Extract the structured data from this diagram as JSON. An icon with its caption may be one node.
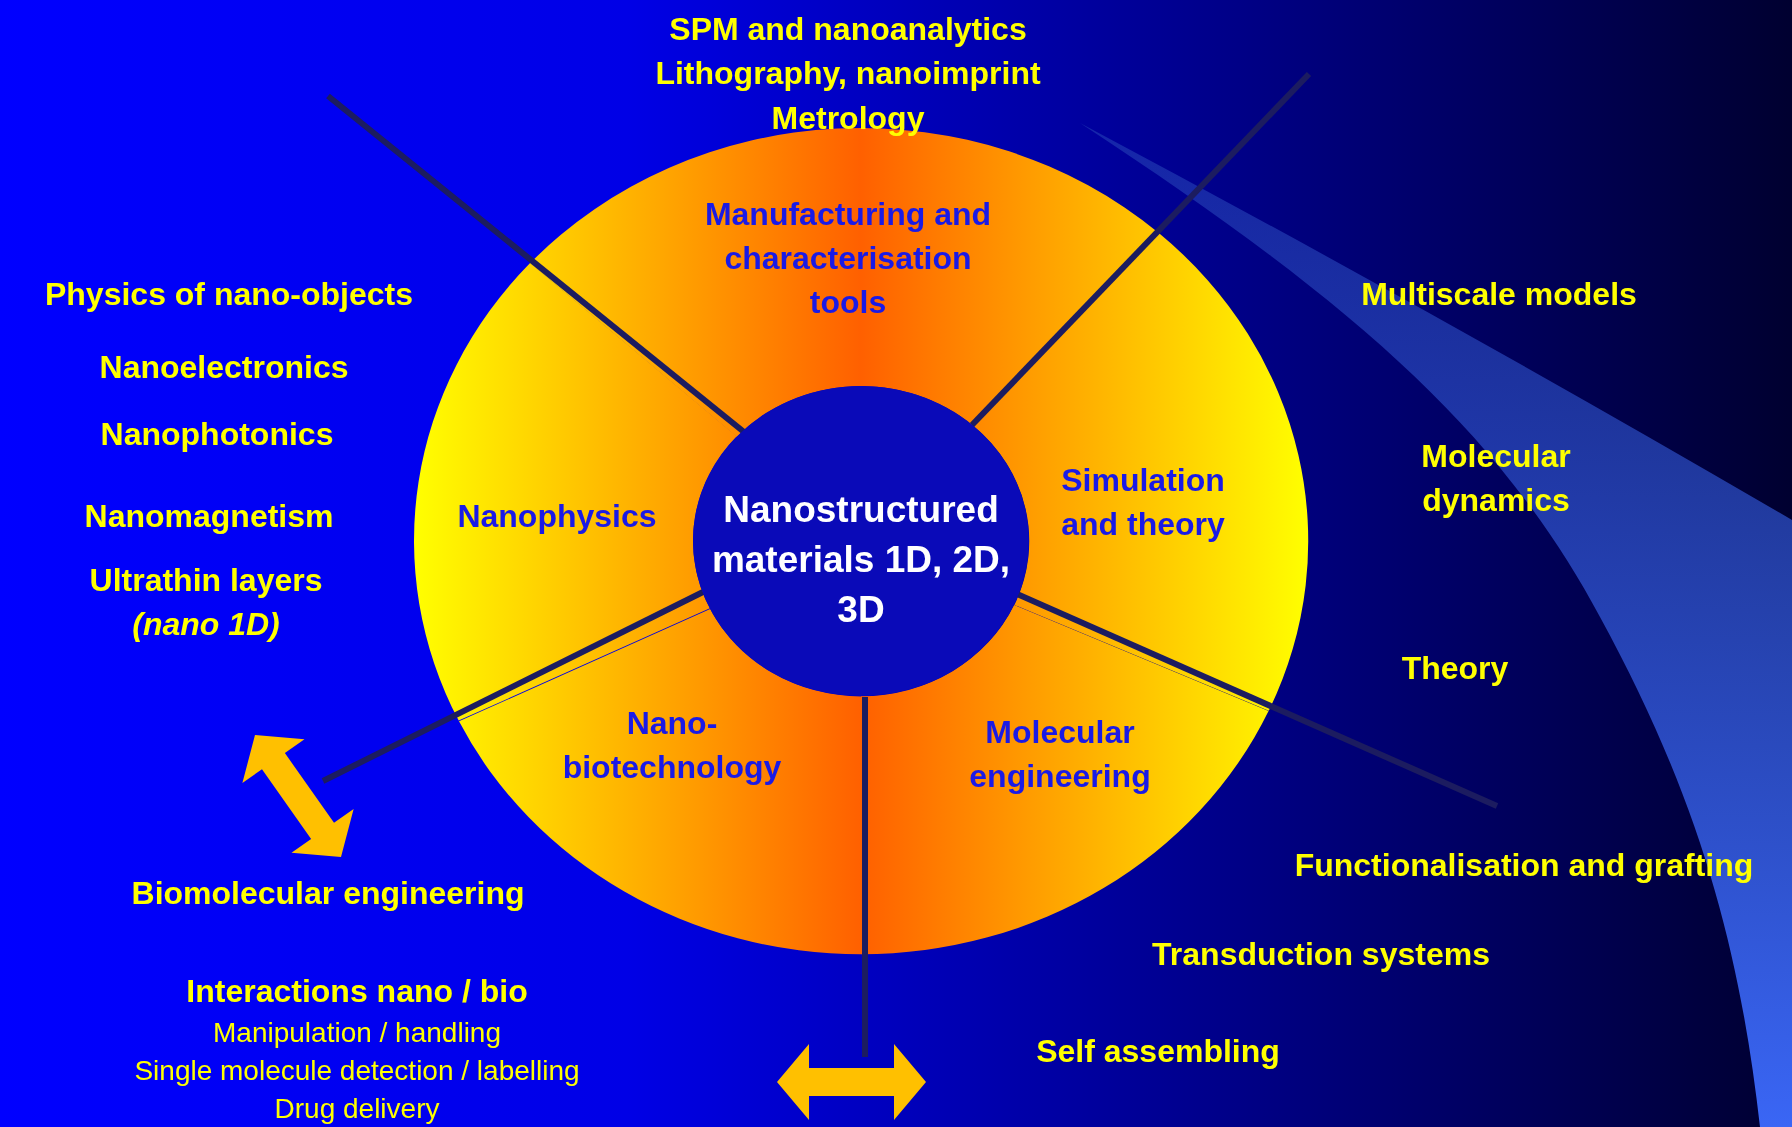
{
  "diagram": {
    "nodes": [
      {
        "text": [
          "Nanostructured materials 1D, 2D, 3D"
        ]
      },
      {
        "text": [
          "Manufacturing and characterisation tools"
        ]
      },
      {
        "text": [
          "Simulation and theory"
        ]
      },
      {
        "text": [
          "Molecular engineering"
        ]
      },
      {
        "text": [
          "Nano-biotechnology"
        ]
      },
      {
        "text": [
          "Nanophysics"
        ]
      }
    ],
    "edges": [],
    "labels": [
      "SPM and nanoanalytics",
      "Lithography, nanoimprint",
      "Metrology",
      "Physics of nano-objects",
      "Nanoelectronics",
      "Nanophotonics",
      "Nanomagnetism",
      "Ultrathin layers *(nano 1D)*",
      "Multiscale models",
      "Molecular dynamics",
      "Theory",
      "Functionalisation and grafting",
      "Transduction systems",
      "Self assembling",
      "Biomolecular engineering",
      "Interactions nano / bio",
      "Manipulation / handling",
      "Single molecule detection / labelling",
      "Drug delivery"
    ]
  }
}
